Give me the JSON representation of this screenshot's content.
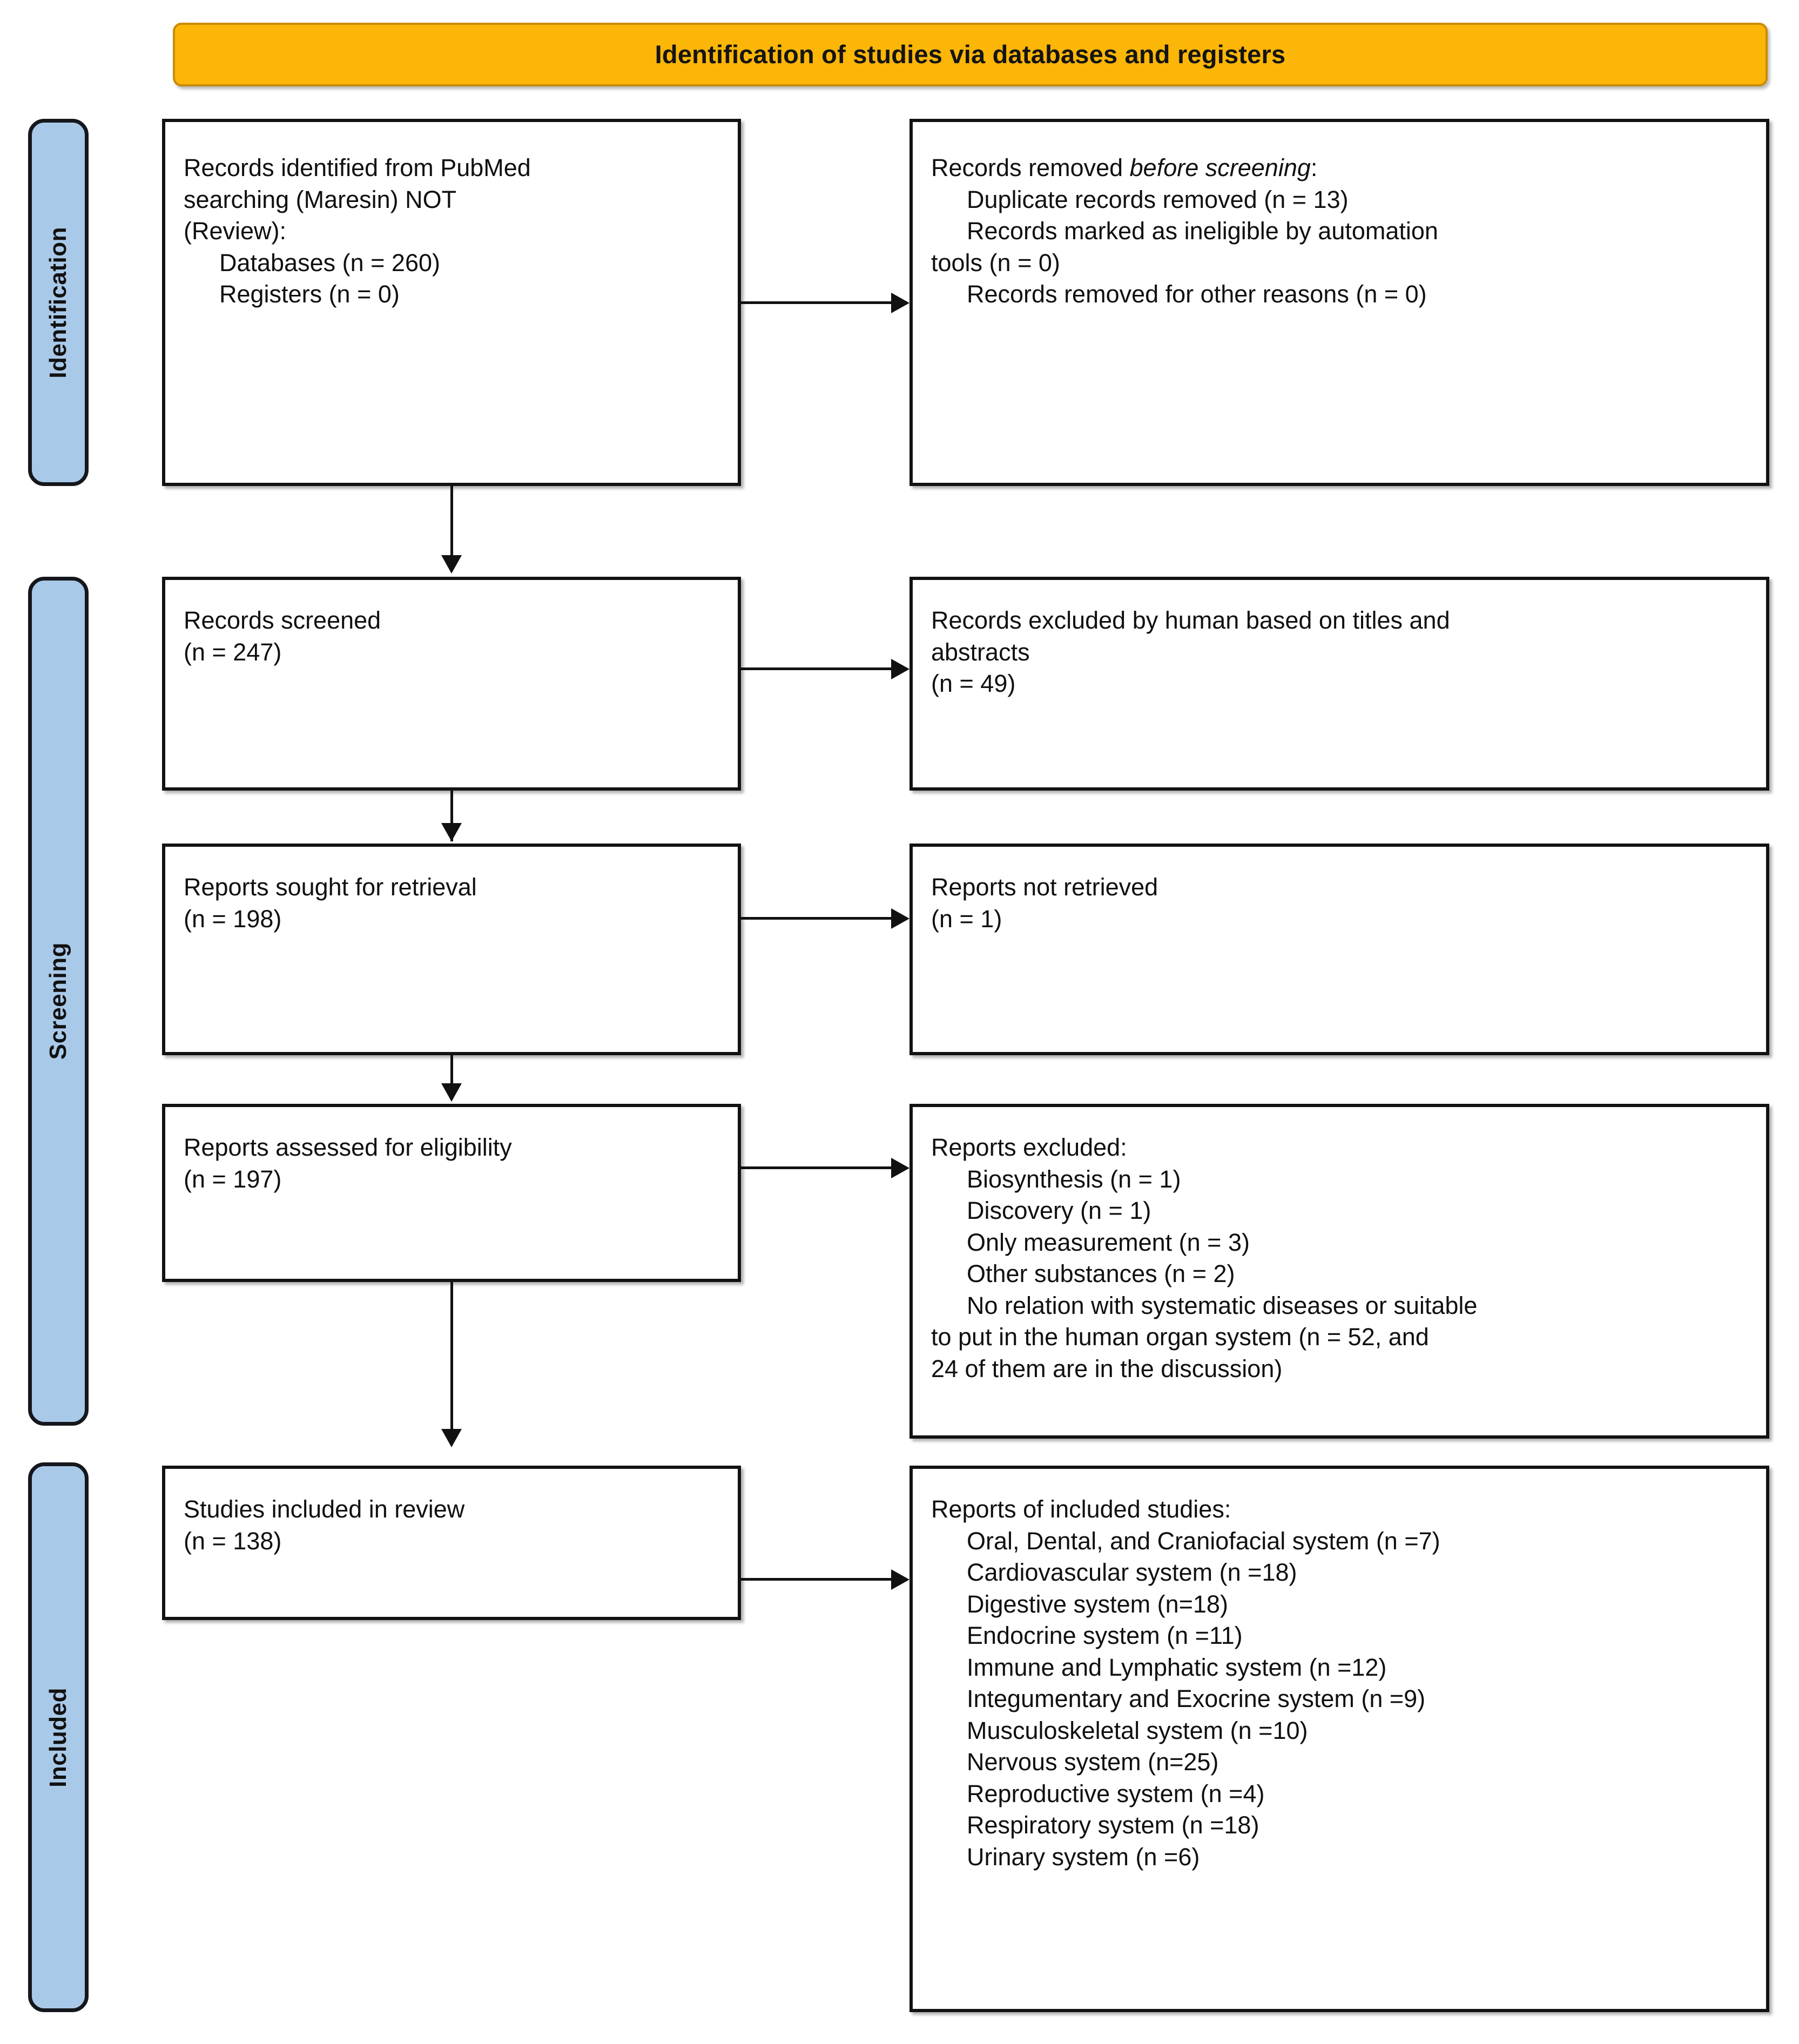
{
  "title": {
    "text": "Identification of studies via databases and registers"
  },
  "colors": {
    "banner_fill": "#FBB607",
    "banner_border": "#C98C05",
    "stage_tab_fill": "#A9C9E8",
    "stage_tab_border": "#15171C",
    "box_border": "#121212",
    "text": "#101010"
  },
  "stages": {
    "identification": "Identification",
    "screening": "Screening",
    "included": "Included"
  },
  "boxes": {
    "identified": {
      "lines": [
        {
          "text": "Records identified from PubMed",
          "indent": false
        },
        {
          "text": "searching (Maresin) NOT",
          "indent": false
        },
        {
          "text": "(Review):",
          "indent": false
        },
        {
          "text": "Databases (n = 260)",
          "indent": true
        },
        {
          "text": "Registers (n = 0)",
          "indent": true
        }
      ]
    },
    "removed": {
      "heading_prefix": "Records removed ",
      "heading_italic": "before screening",
      "heading_suffix": ":",
      "lines": [
        {
          "text": "Duplicate records removed (n = 13)",
          "indent": true
        },
        {
          "text": "Records marked as ineligible by automation",
          "indent": true
        },
        {
          "text": "tools (n = 0)",
          "indent": false
        },
        {
          "text": "Records removed for other reasons (n = 0)",
          "indent": true
        }
      ]
    },
    "screened": {
      "lines": [
        {
          "text": "Records screened",
          "indent": false
        },
        {
          "text": "(n = 247)",
          "indent": false
        }
      ]
    },
    "excluded_screen": {
      "lines": [
        {
          "text": "Records excluded by human based on titles and",
          "indent": false
        },
        {
          "text": "abstracts",
          "indent": false
        },
        {
          "text": "(n = 49)",
          "indent": false
        }
      ]
    },
    "sought": {
      "lines": [
        {
          "text": "Reports sought for retrieval",
          "indent": false
        },
        {
          "text": "(n = 198)",
          "indent": false
        }
      ]
    },
    "not_retrieved": {
      "lines": [
        {
          "text": "Reports not retrieved",
          "indent": false
        },
        {
          "text": "(n = 1)",
          "indent": false
        }
      ]
    },
    "eligibility": {
      "lines": [
        {
          "text": "Reports assessed for eligibility",
          "indent": false
        },
        {
          "text": "(n = 197)",
          "indent": false
        }
      ]
    },
    "reports_excluded": {
      "lines": [
        {
          "text": "Reports excluded:",
          "indent": false
        },
        {
          "text": "Biosynthesis (n = 1)",
          "indent": true
        },
        {
          "text": "Discovery (n = 1)",
          "indent": true
        },
        {
          "text": "Only measurement (n = 3)",
          "indent": true
        },
        {
          "text": "Other substances (n = 2)",
          "indent": true
        },
        {
          "text": "No relation with systematic diseases or suitable",
          "indent": true
        },
        {
          "text": "to put in the human organ system (n = 52, and",
          "indent": false
        },
        {
          "text": "24 of them are in the discussion)",
          "indent": false
        }
      ]
    },
    "studies_included": {
      "lines": [
        {
          "text": "Studies included in review",
          "indent": false
        },
        {
          "text": "(n = 138)",
          "indent": false
        }
      ]
    },
    "included_reports": {
      "lines": [
        {
          "text": "Reports of included studies:",
          "indent": false
        },
        {
          "text": "Oral, Dental, and Craniofacial system (n =7)",
          "indent": true
        },
        {
          "text": "Cardiovascular system (n =18)",
          "indent": true
        },
        {
          "text": "Digestive system (n=18)",
          "indent": true
        },
        {
          "text": "Endocrine system (n =11)",
          "indent": true
        },
        {
          "text": "Immune and Lymphatic system (n =12)",
          "indent": true
        },
        {
          "text": "Integumentary and Exocrine system (n =9)",
          "indent": true
        },
        {
          "text": "Musculoskeletal system (n =10)",
          "indent": true
        },
        {
          "text": "Nervous system (n=25)",
          "indent": true
        },
        {
          "text": "Reproductive system (n =4)",
          "indent": true
        },
        {
          "text": "Respiratory system (n =18)",
          "indent": true
        },
        {
          "text": "Urinary system (n =6)",
          "indent": true
        }
      ]
    }
  },
  "chart_data": {
    "type": "table",
    "title": "Identification of studies via databases and registers",
    "flow_counts": {
      "records_identified_databases": 260,
      "records_identified_registers": 0,
      "duplicate_records_removed": 13,
      "records_marked_ineligible_by_automation_tools": 0,
      "records_removed_other_reasons": 0,
      "records_screened": 247,
      "records_excluded_by_human": 49,
      "reports_sought_for_retrieval": 198,
      "reports_not_retrieved": 1,
      "reports_assessed_for_eligibility": 197,
      "reports_excluded_biosynthesis": 1,
      "reports_excluded_discovery": 1,
      "reports_excluded_only_measurement": 3,
      "reports_excluded_other_substances": 2,
      "reports_excluded_no_relation_systematic_diseases": 52,
      "reports_excluded_no_relation_in_discussion": 24,
      "studies_included_in_review": 138
    },
    "included_by_system": {
      "categories": [
        "Oral, Dental, and Craniofacial system",
        "Cardiovascular system",
        "Digestive system",
        "Endocrine system",
        "Immune and Lymphatic system",
        "Integumentary and Exocrine system",
        "Musculoskeletal system",
        "Nervous system",
        "Reproductive system",
        "Respiratory system",
        "Urinary system"
      ],
      "values": [
        7,
        18,
        18,
        11,
        12,
        9,
        10,
        25,
        4,
        18,
        6
      ]
    }
  }
}
